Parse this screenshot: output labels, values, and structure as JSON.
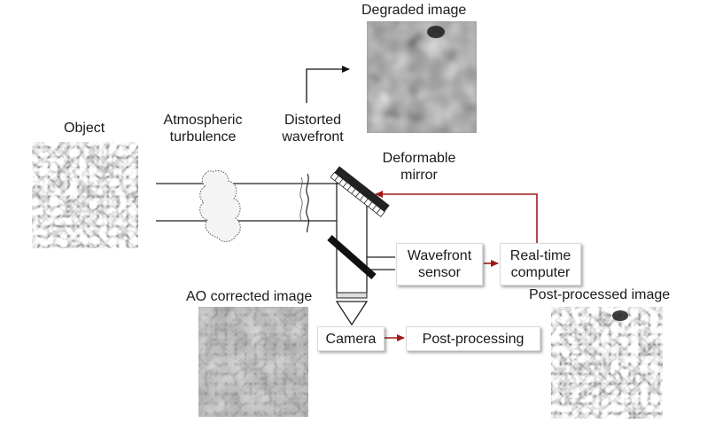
{
  "labels": {
    "object": "Object",
    "atmospheric_turbulence_1": "Atmospheric",
    "atmospheric_turbulence_2": "turbulence",
    "distorted_wavefront_1": "Distorted",
    "distorted_wavefront_2": "wavefront",
    "degraded_image": "Degraded image",
    "deformable_mirror_1": "Deformable",
    "deformable_mirror_2": "mirror",
    "ao_corrected_image": "AO corrected image",
    "post_processed_image": "Post-processed image"
  },
  "boxes": {
    "wavefront_sensor_1": "Wavefront",
    "wavefront_sensor_2": "sensor",
    "realtime_computer_1": "Real-time",
    "realtime_computer_2": "computer",
    "camera": "Camera",
    "post_processing": "Post-processing"
  },
  "colors": {
    "feedback_arrow": "#a11a1a",
    "beam_line": "#222222"
  }
}
